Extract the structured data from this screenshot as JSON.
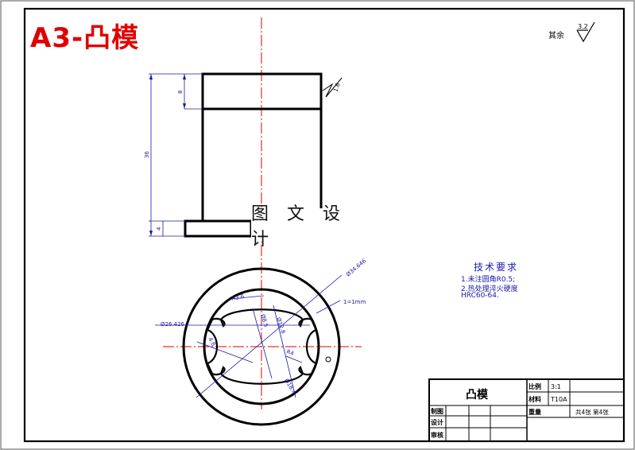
{
  "title": "A3-凸模",
  "watermark": "图 文 设 计",
  "roughness": {
    "label": "其余",
    "value": "3.2",
    "face_value": "1.6"
  },
  "dimensions": {
    "height_total": "36",
    "height_top": "8",
    "height_flange": "4",
    "circle_outer": "Ø34.646",
    "circle_inner": "Ø26.426",
    "radius_r": "R3.6",
    "diag_1": "Ø12.8",
    "diag_2": "Ø8.5",
    "gap": "4.8",
    "chamfer": "1=1mm",
    "r_small": "R4",
    "r_bottom": "Ø18.4"
  },
  "tech_requirements": {
    "heading": "技术要求",
    "lines": [
      "1.未注圆角R0.5;",
      "2.热处理淬火硬度",
      "HRC60-64."
    ]
  },
  "title_block": {
    "part_name": "凸模",
    "scale_label": "比例",
    "scale_value": "3:1",
    "material_label": "材料",
    "material_value": "T10A",
    "weight_label": "重量",
    "sheets": "共4张 第4张",
    "drawn_label": "制图",
    "design_label": "设计",
    "review_label": "审核"
  }
}
